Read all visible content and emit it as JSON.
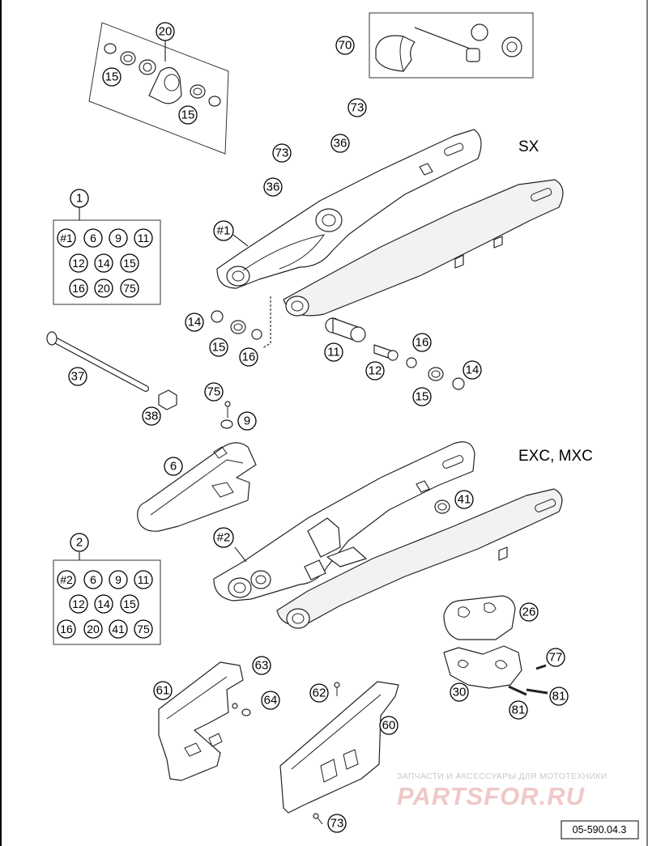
{
  "variant_labels": {
    "sx": "SX",
    "exc": "EXC, MXC"
  },
  "watermark": {
    "tagline": "ЗАПЧАСТИ И АКСЕССУАРЫ ДЛЯ МОТОТЕХНИКИ",
    "brand": "PARTSFOR.RU"
  },
  "drawing_code": "05-590.04.3",
  "kits": {
    "kit1": {
      "label": "1",
      "items": [
        "#1",
        "6",
        "9",
        "11",
        "12",
        "14",
        "15",
        "16",
        "20",
        "75"
      ]
    },
    "kit2": {
      "label": "2",
      "items": [
        "#2",
        "6",
        "9",
        "11",
        "12",
        "14",
        "15",
        "16",
        "20",
        "41",
        "75"
      ]
    }
  },
  "callouts": {
    "c20": "20",
    "c15a": "15",
    "c15b": "15",
    "c70": "70",
    "c73a": "73",
    "c36a": "36",
    "c73b": "73",
    "c36b": "36",
    "c1_main": "#1",
    "c14a": "14",
    "c15c": "15",
    "c16a": "16",
    "c11": "11",
    "c12": "12",
    "c16b": "16",
    "c14b": "14",
    "c15d": "15",
    "c37": "37",
    "c38": "38",
    "c75": "75",
    "c9": "9",
    "c6": "6",
    "c41": "41",
    "c2_main": "#2",
    "c26": "26",
    "c77": "77",
    "c30": "30",
    "c81a": "81",
    "c81b": "81",
    "c63": "63",
    "c61": "61",
    "c64": "64",
    "c62": "62",
    "c60": "60",
    "c73c": "73"
  }
}
